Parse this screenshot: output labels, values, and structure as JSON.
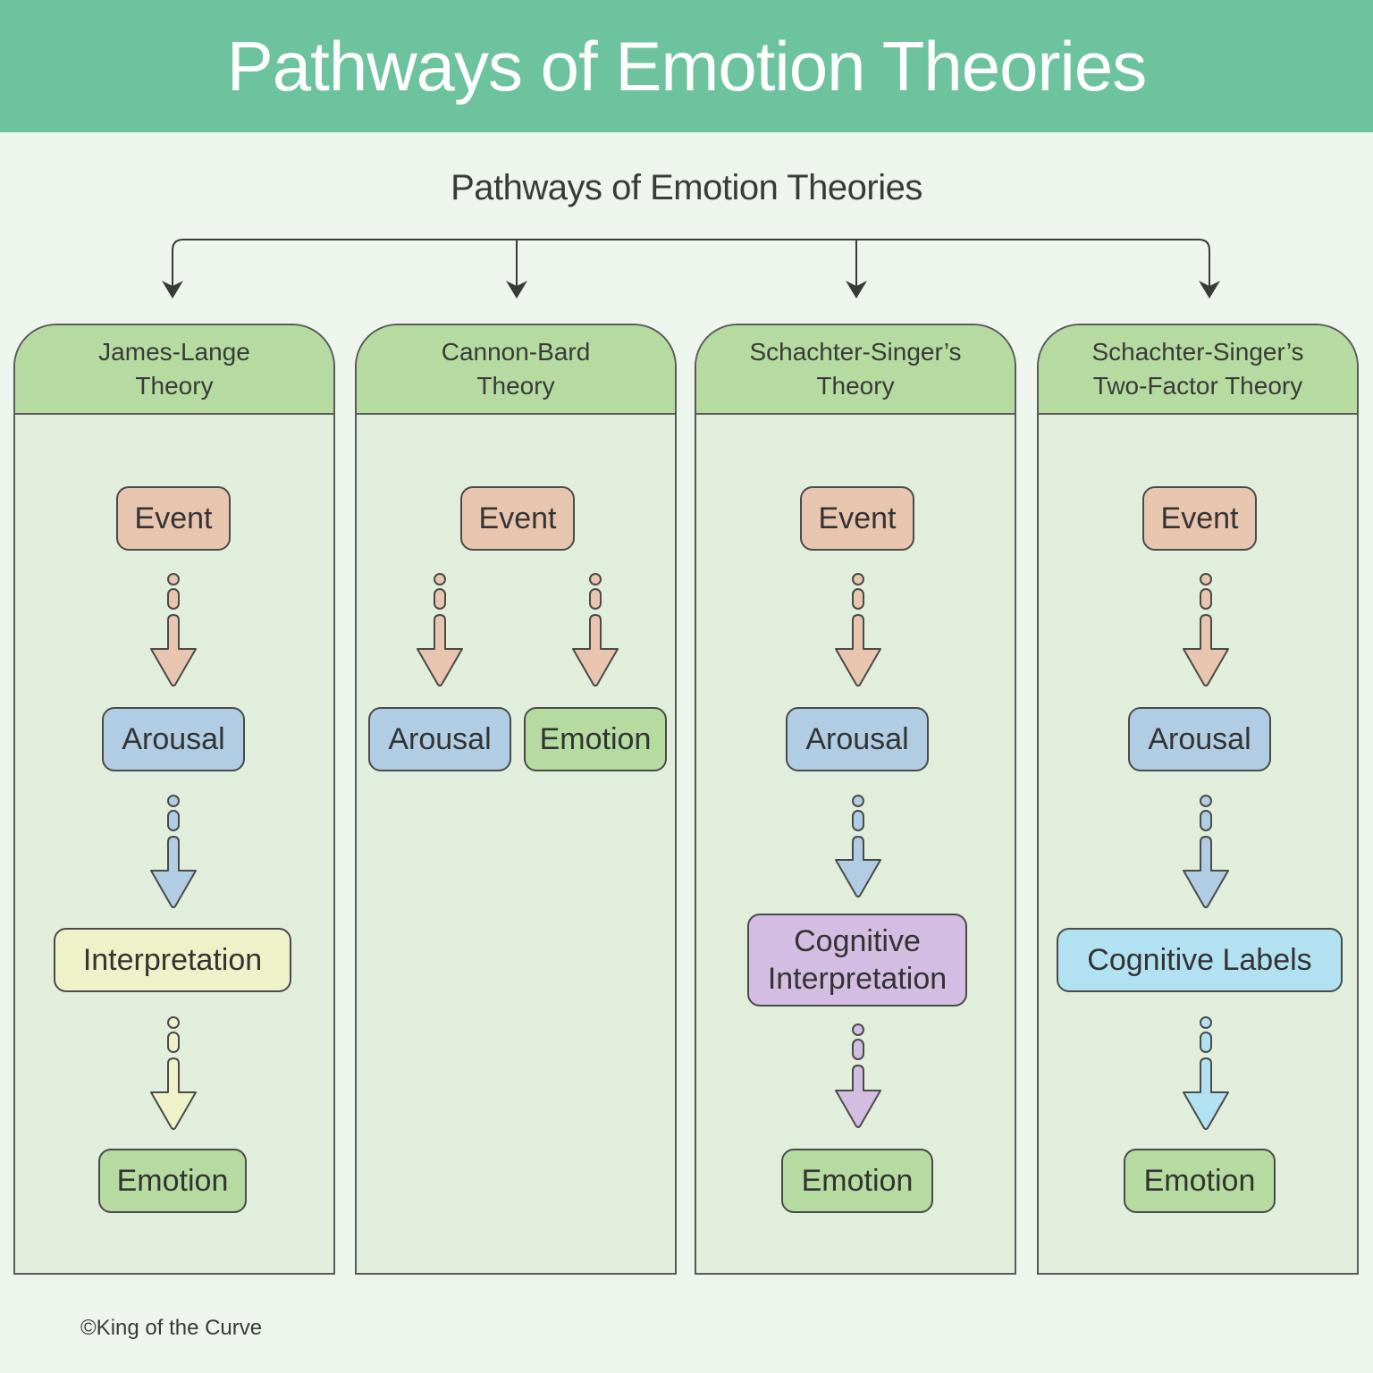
{
  "banner": {
    "title": "Pathways of Emotion Theories"
  },
  "diagram": {
    "title": "Pathways of Emotion Theories"
  },
  "colors": {
    "banner": "#6cc39e",
    "event": "#e8c5ae",
    "arousal": "#b0cde3",
    "emotion": "#b5dba0",
    "interpretation": "#eff2c8",
    "cognitive_interpretation": "#d3bde2",
    "cognitive_labels": "#b2e2f1"
  },
  "columns": [
    {
      "title": "James-Lange\nTheory",
      "steps": [
        "Event",
        "Arousal",
        "Interpretation",
        "Emotion"
      ]
    },
    {
      "title": "Cannon-Bard\nTheory",
      "steps": [
        "Event",
        "Arousal",
        "Emotion"
      ]
    },
    {
      "title": "Schachter-Singer’s\nTheory",
      "steps": [
        "Event",
        "Arousal",
        "Cognitive\nInterpretation",
        "Emotion"
      ]
    },
    {
      "title": "Schachter-Singer’s\nTwo-Factor Theory",
      "steps": [
        "Event",
        "Arousal",
        "Cognitive Labels",
        "Emotion"
      ]
    }
  ],
  "footer": {
    "credit": "©King of the Curve"
  }
}
